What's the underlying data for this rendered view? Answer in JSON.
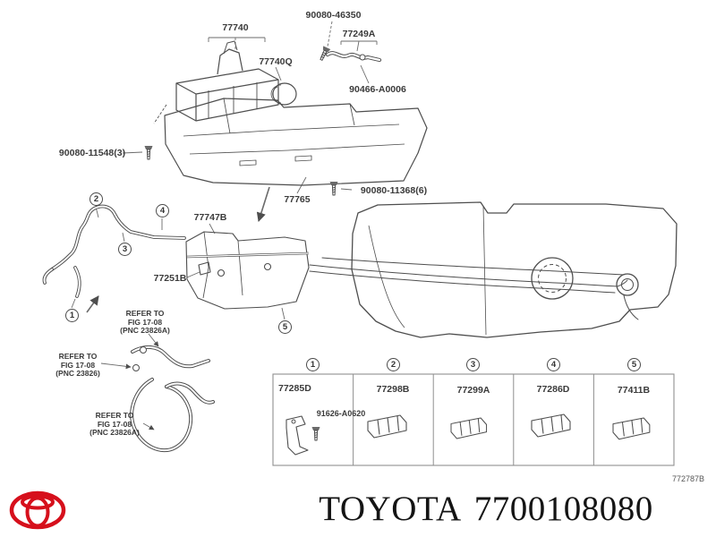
{
  "footer": {
    "brand": "TOYOTA",
    "part_number": "7700108080"
  },
  "doc_ref": "772787B",
  "parts": {
    "canister_assy": "77740",
    "canister_cap": "77740Q",
    "bolt_canister": "90080-46350",
    "hose_vapor": "77249A",
    "clamp_hose": "90466-A0006",
    "bolt_shield_left": "90080-11548(3)",
    "protector_shield": "77765",
    "bolt_shield_right": "90080-11368(6)",
    "tube_subassy": "77747B",
    "tube_bracket": "77251B"
  },
  "callouts": {
    "c1": "1",
    "c2": "2",
    "c3": "3",
    "c4": "4",
    "c5": "5"
  },
  "notes": {
    "refer1": [
      "REFER TO",
      "FIG 17-08",
      "(PNC 23826A)"
    ],
    "refer2": [
      "REFER TO",
      "FIG 17-08",
      "(PNC 23826)"
    ],
    "refer3": [
      "REFER TO",
      "FIG 17-08",
      "(PNC 23826A)"
    ]
  },
  "table": {
    "headers": [
      "1",
      "2",
      "3",
      "4",
      "5"
    ],
    "cells": [
      {
        "part": "77285D",
        "extra": "91626-A0620"
      },
      {
        "part": "77298B"
      },
      {
        "part": "77299A"
      },
      {
        "part": "77286D"
      },
      {
        "part": "77411B"
      }
    ]
  },
  "colors": {
    "line": "#4e4e4e",
    "brand_red": "#d6101c",
    "text": "#3b3b3b"
  }
}
